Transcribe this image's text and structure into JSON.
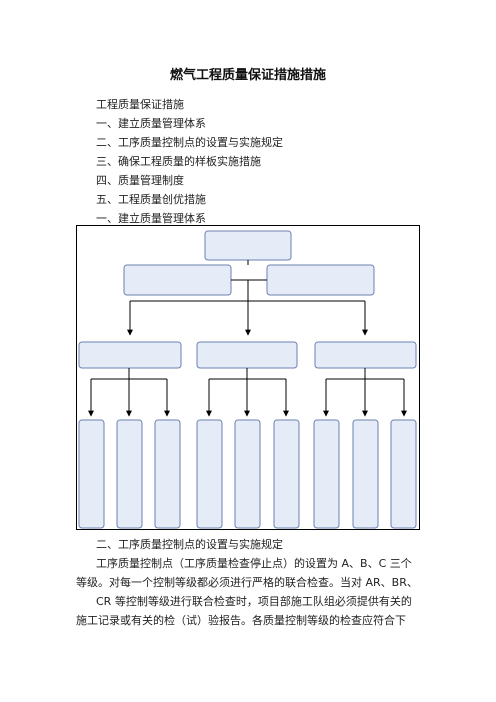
{
  "doc": {
    "title": "燃气工程质量保证措施措施",
    "toc": [
      "工程质量保证措施",
      "一、建立质量管理体系",
      "二、工序质量控制点的设置与实施规定",
      "三、确保工程质量的样板实施措施",
      "四、质量管理制度",
      "五、工程质量创优措施",
      "一、建立质量管理体系"
    ],
    "section2_heading": "二、工序质量控制点的设置与实施规定",
    "body_lines": [
      "工序质量控制点（工序质量检查停止点）的设置为 A、B、C 三个",
      "等级。对每一个控制等级都必须进行严格的联合检查。当对 AR、BR、",
      "CR 等控制等级进行联合检查时，项目部施工队组必须提供有关的",
      "施工记录或有关的检（试）验报告。各质量控制等级的检查应符合下"
    ]
  }
}
